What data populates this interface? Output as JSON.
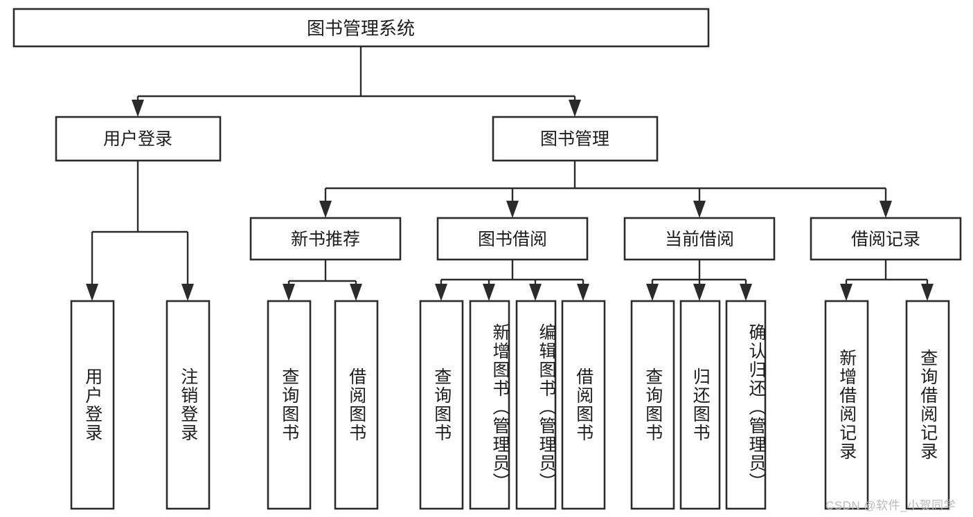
{
  "diagram": {
    "type": "tree",
    "title": "图书管理系统",
    "root": {
      "label": "图书管理系统"
    },
    "level2": [
      {
        "label": "用户登录"
      },
      {
        "label": "图书管理"
      }
    ],
    "level3": [
      {
        "label": "新书推荐"
      },
      {
        "label": "图书借阅"
      },
      {
        "label": "当前借阅"
      },
      {
        "label": "借阅记录"
      }
    ],
    "leaves": {
      "user_login": [
        {
          "label": "用户登录"
        },
        {
          "label": "注销登录"
        }
      ],
      "new_book_recommend": [
        {
          "label": "查询图书"
        },
        {
          "label": "借阅图书"
        }
      ],
      "book_borrow": [
        {
          "label": "查询图书"
        },
        {
          "label": "新增图书（管理员）"
        },
        {
          "label": "编辑图书（管理员）"
        },
        {
          "label": "借阅图书"
        }
      ],
      "current_borrow": [
        {
          "label": "查询图书"
        },
        {
          "label": "归还图书"
        },
        {
          "label": "确认归还（管理员）"
        }
      ],
      "borrow_record": [
        {
          "label": "新增借阅记录"
        },
        {
          "label": "查询借阅记录"
        }
      ]
    }
  },
  "watermark": {
    "text": "CSDN @软件_小贺同学"
  },
  "colors": {
    "stroke": "#2b2b2b",
    "text": "#1c1c1c",
    "background": "#ffffff",
    "watermark": "#b9b9b9"
  }
}
